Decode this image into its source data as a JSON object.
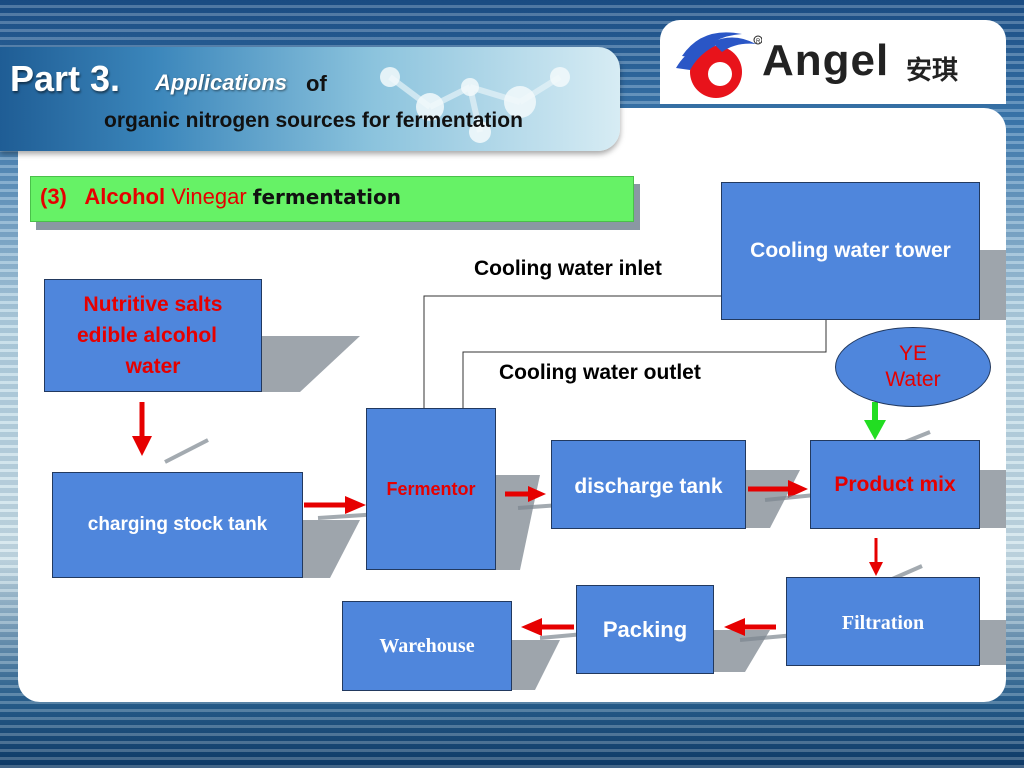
{
  "header": {
    "part_label": "Part 3.",
    "applications": "Applications",
    "of": "of",
    "subtitle": "organic nitrogen sources for fermentation"
  },
  "logo": {
    "brand_en": "Angel",
    "brand_cn": "安琪",
    "registered": "R"
  },
  "section": {
    "number": "(3)",
    "alcohol": "Alcohol",
    "vinegar": "Vinegar",
    "fermentation": "fermentation"
  },
  "diagram": {
    "nutritive_line1": "Nutritive salts",
    "nutritive_line2": "edible alcohol",
    "nutritive_line3": "water",
    "charging_stock_tank": "charging stock tank",
    "fermentor": "Fermentor",
    "discharge_tank": "discharge tank",
    "product_mix": "Product mix",
    "cooling_tower": "Cooling water tower",
    "cooling_inlet": "Cooling water inlet",
    "cooling_outlet": "Cooling water outlet",
    "ye_line1": "YE",
    "ye_line2": "Water",
    "filtration": "Filtration",
    "packing": "Packing",
    "warehouse": "Warehouse"
  },
  "colors": {
    "box_fill": "#4f86dc",
    "arrow_red": "#e60000",
    "arrow_green": "#22dd22",
    "section_green": "#66f266"
  }
}
